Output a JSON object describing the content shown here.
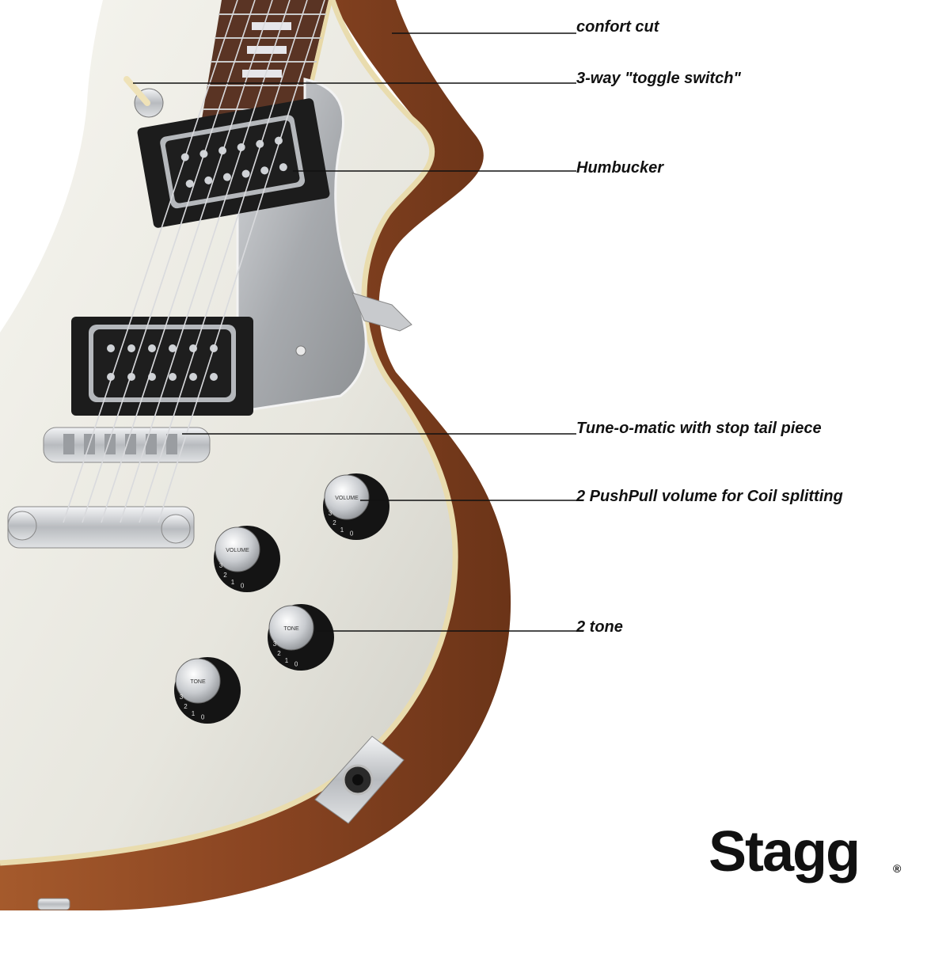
{
  "callouts": [
    {
      "id": "comfort-cut",
      "label": "confort cut"
    },
    {
      "id": "toggle-switch",
      "label": "3-way \"toggle switch\""
    },
    {
      "id": "humbucker",
      "label": "Humbucker"
    },
    {
      "id": "tune-o-matic",
      "label": "Tune-o-matic with stop tail piece"
    },
    {
      "id": "pushpull-volume",
      "label": "2 PushPull volume for Coil splitting"
    },
    {
      "id": "tone",
      "label": "2 tone"
    }
  ],
  "knobs": {
    "volume_label": "VOLUME",
    "tone_label": "TONE",
    "scale": [
      "0",
      "1",
      "2",
      "3"
    ]
  },
  "logo": {
    "text": "Stagg",
    "mark": "®"
  },
  "colors": {
    "body_top": "#ecebe4",
    "body_side": "#8e4a26",
    "binding": "#e8d9a8",
    "chrome": "#c9ccd0",
    "pickup": "#1c1c1c",
    "fretboard": "#5a3424"
  }
}
